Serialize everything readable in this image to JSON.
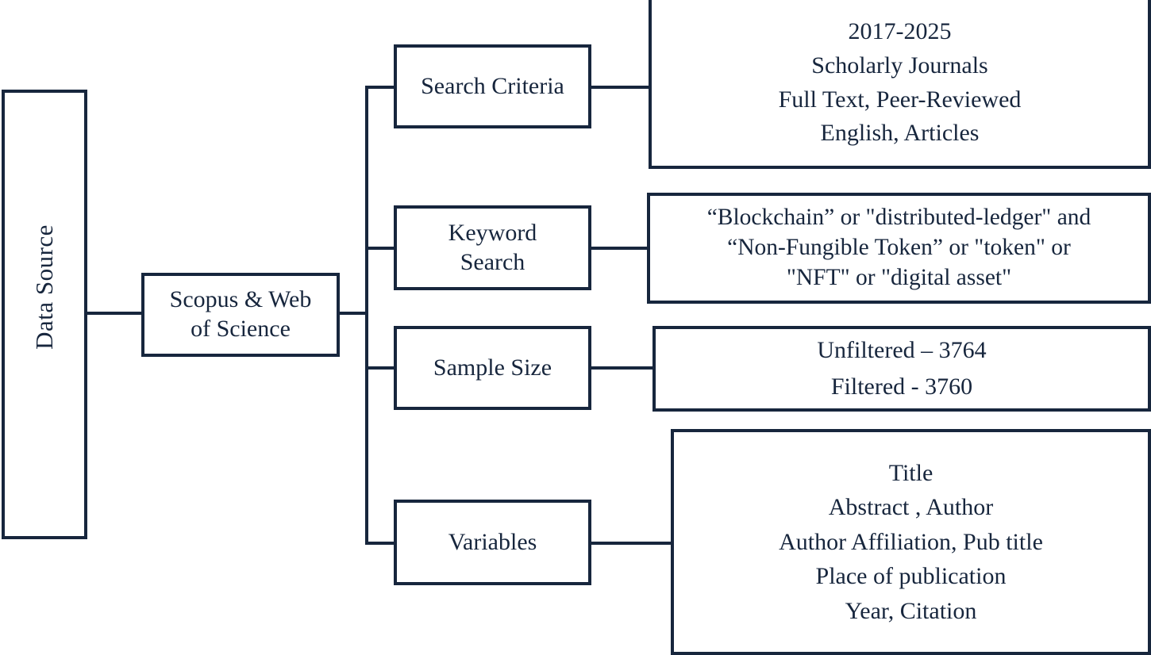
{
  "diagram": {
    "title_root": "Data Source",
    "source": "Scopus & Web\nof Science",
    "source_line1": "Scopus & Web",
    "source_line2": "of Science",
    "categories": [
      {
        "id": "search-criteria",
        "label": "Search Criteria"
      },
      {
        "id": "keyword-search",
        "label": "Keyword\nSearch",
        "line1": "Keyword",
        "line2": "Search"
      },
      {
        "id": "sample-size",
        "label": "Sample Size"
      },
      {
        "id": "variables",
        "label": "Variables"
      }
    ],
    "details": {
      "search_criteria": {
        "lines": [
          "2017-2025",
          "Scholarly Journals",
          "Full Text, Peer-Reviewed",
          "English, Articles"
        ],
        "text": "2017-2025\nScholarly Journals\nFull Text, Peer-Reviewed\nEnglish, Articles"
      },
      "keyword_search": {
        "lines": [
          "“Blockchain” or \"distributed-ledger\" and",
          "“Non-Fungible Token” or \"token\" or",
          "\"NFT\" or \"digital asset\""
        ],
        "text": "“Blockchain” or \"distributed-ledger\" and\n“Non-Fungible Token” or \"token\" or\n\"NFT\" or \"digital asset\""
      },
      "sample_size": {
        "lines": [
          "Unfiltered – 3764",
          "Filtered - 3760"
        ],
        "text": "Unfiltered – 3764\nFiltered - 3760"
      },
      "variables": {
        "lines": [
          "Title",
          "Abstract , Author",
          "Author Affiliation, Pub title",
          "Place of publication",
          "Year, Citation"
        ],
        "text": "Title\nAbstract , Author\nAuthor Affiliation, Pub title\nPlace of publication\nYear, Citation"
      }
    },
    "colors": {
      "stroke": "#17263d",
      "background": "#ffffff"
    }
  }
}
